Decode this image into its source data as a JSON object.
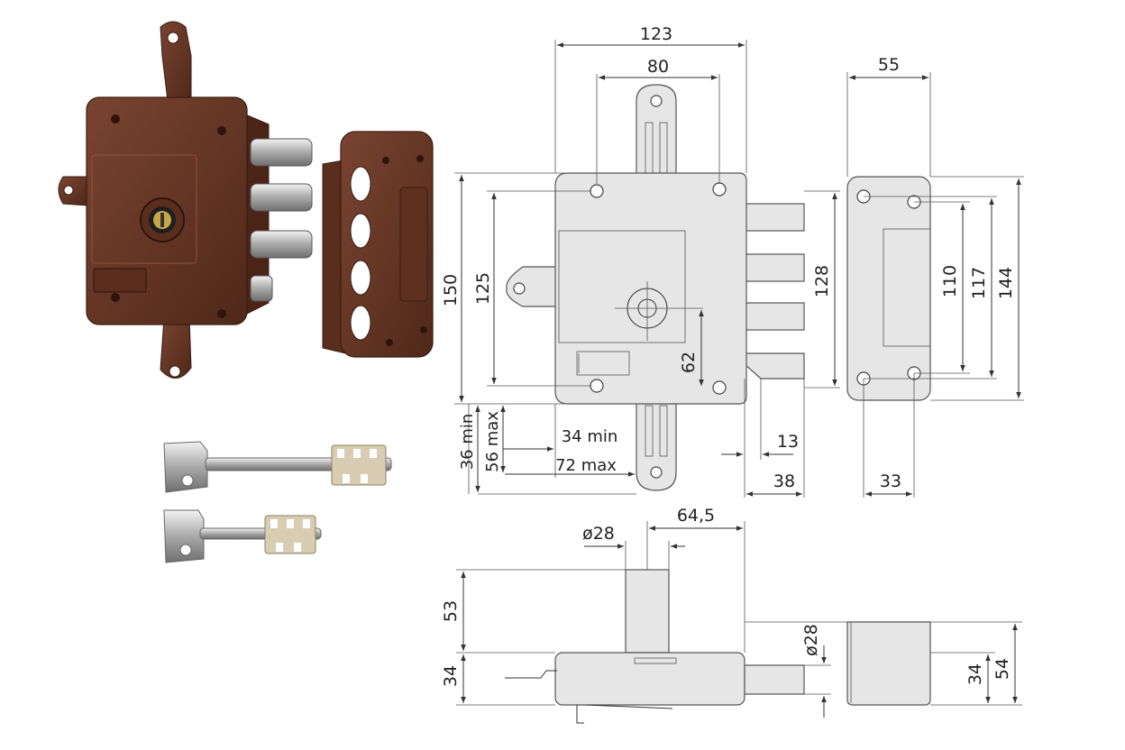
{
  "colors": {
    "lock_brown": "#6b3a26",
    "lock_brown_dark": "#4a2417",
    "drawing_fill": "#e6e6e6",
    "line": "#333333"
  },
  "dimensions": {
    "front": {
      "width_total": "123",
      "width_holes": "80",
      "height_total": "150",
      "height_holes": "125",
      "bolts_span": "128",
      "key_center": "62",
      "backset_min": "36 min",
      "backset_max": "56 max",
      "door_min": "34 min",
      "door_max": "72 max",
      "latch": "13",
      "bolt_projection": "38"
    },
    "keeper": {
      "width": "55",
      "height_inner": "110",
      "height_mid": "117",
      "height_total": "144",
      "hole_spacing": "33"
    },
    "side": {
      "cylinder_diameter": "ø28",
      "cylinder_offset": "64,5",
      "cylinder_length": "53",
      "case_depth": "34",
      "bolt_diameter": "ø28",
      "keeper_depth": "34",
      "keeper_total": "54"
    }
  },
  "icons": [
    "lock-icon",
    "keeper-icon",
    "key-icon"
  ]
}
